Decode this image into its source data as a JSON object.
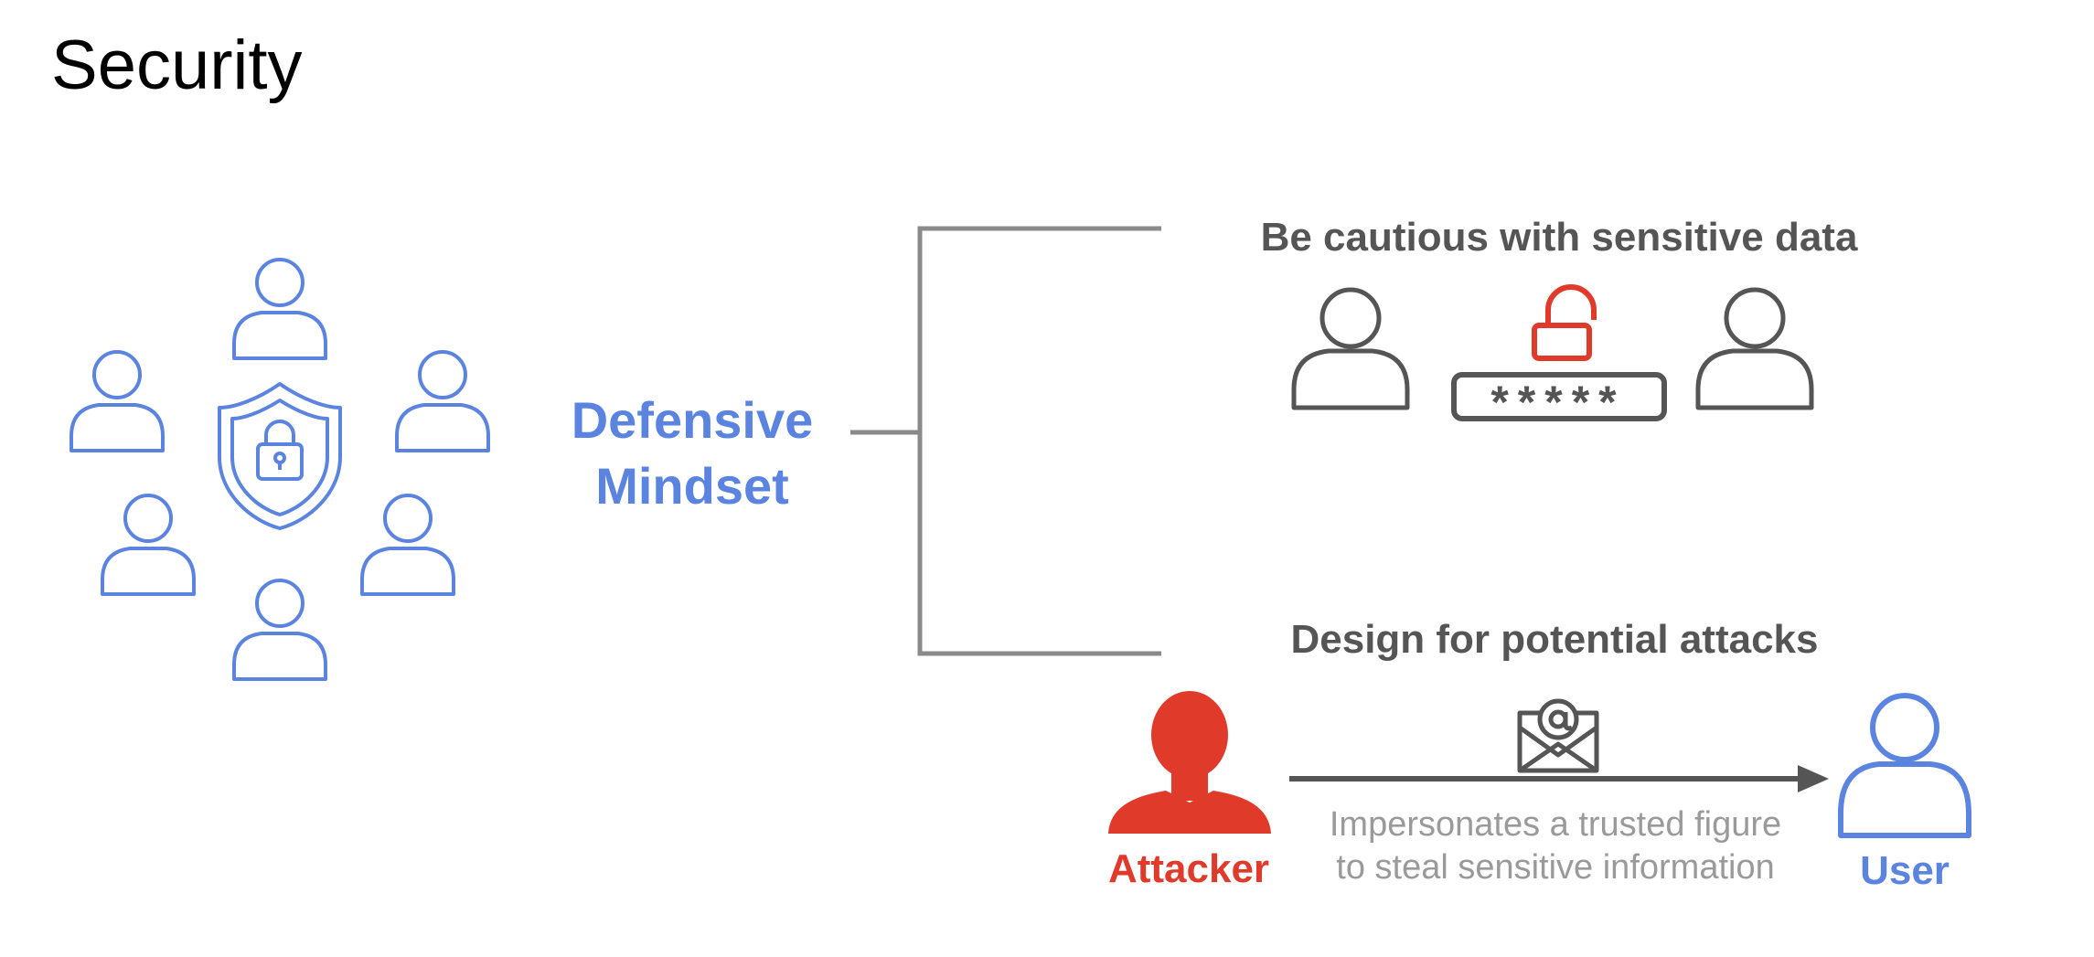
{
  "page": {
    "title": "Security"
  },
  "concept": {
    "label_line1": "Defensive",
    "label_line2": "Mindset"
  },
  "branches": {
    "sensitive_data": {
      "heading": "Be cautious with sensitive data",
      "password_mask": "*****"
    },
    "attacks": {
      "heading": "Design for potential attacks",
      "attacker_label": "Attacker",
      "user_label": "User",
      "caption_line1": "Impersonates a trusted figure",
      "caption_line2": "to steal sensitive information"
    }
  },
  "colors": {
    "blue": "#5B84E0",
    "dark_gray": "#555555",
    "mid_gray": "#888888",
    "light_gray": "#9a9a9a",
    "red": "#E03A2B",
    "black": "#000000"
  },
  "icons": {
    "network_people": "person-outline-icon",
    "shield": "shield-lock-icon",
    "lock": "unlocked-padlock-icon",
    "password": "password-field-icon",
    "email": "email-at-icon",
    "attacker": "attacker-silhouette-icon"
  }
}
